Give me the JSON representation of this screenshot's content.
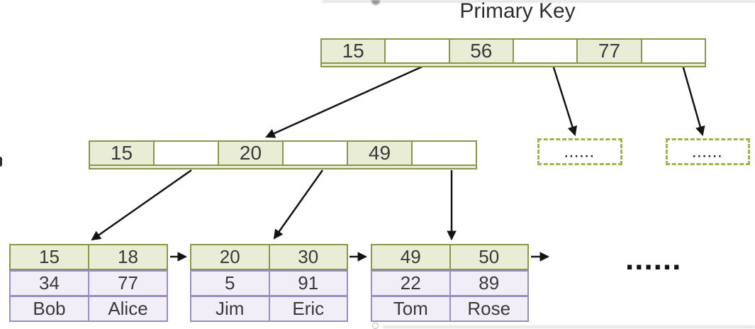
{
  "title": "Primary Key",
  "colors": {
    "node_fill": "#e9edd6",
    "node_border": "#88984a",
    "empty_cell_fill": "#ffffff",
    "dashed_border": "#9fb351",
    "record_fill": "#f1eef7",
    "record_border": "#9b8dc3",
    "arrow": "#141414",
    "title_text": "#2e2e2e",
    "cell_text": "#3a3a3a"
  },
  "index_nodes": {
    "root": {
      "cells": [
        "15",
        "",
        "56",
        "",
        "77",
        ""
      ]
    },
    "internal": {
      "cells": [
        "15",
        "",
        "20",
        "",
        "49",
        ""
      ]
    }
  },
  "dashed_boxes": [
    {
      "label": "......"
    },
    {
      "label": "......"
    }
  ],
  "leaf_pages": [
    {
      "keys": [
        "15",
        "18"
      ],
      "row2": [
        "34",
        "77"
      ],
      "row3": [
        "Bob",
        "Alice"
      ]
    },
    {
      "keys": [
        "20",
        "30"
      ],
      "row2": [
        "5",
        "91"
      ],
      "row3": [
        "Jim",
        "Eric"
      ]
    },
    {
      "keys": [
        "49",
        "50"
      ],
      "row2": [
        "22",
        "89"
      ],
      "row3": [
        "Tom",
        "Rose"
      ]
    }
  ],
  "ellipsis": "......"
}
